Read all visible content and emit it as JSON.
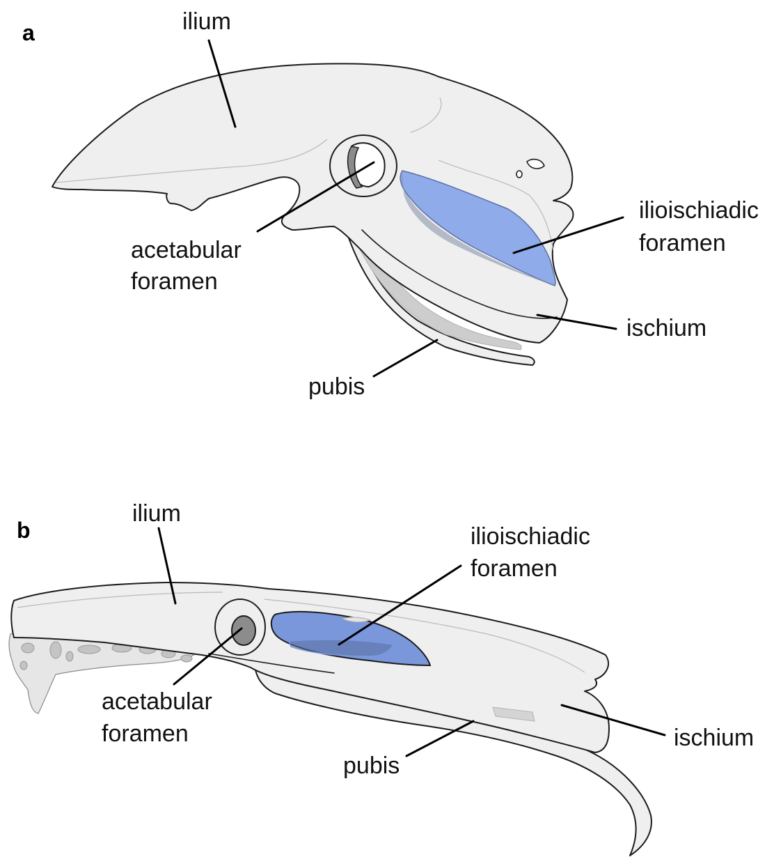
{
  "panels": [
    {
      "letter": "a",
      "labels": {
        "ilium": "ilium",
        "acetabular_1": "acetabular",
        "acetabular_2": "foramen",
        "ilioischiadic_1": "ilioischiadic",
        "ilioischiadic_2": "foramen",
        "ischium": "ischium",
        "pubis": "pubis"
      }
    },
    {
      "letter": "b",
      "labels": {
        "ilium": "ilium",
        "acetabular_1": "acetabular",
        "acetabular_2": "foramen",
        "ilioischiadic_1": "ilioischiadic",
        "ilioischiadic_2": "foramen",
        "ischium": "ischium",
        "pubis": "pubis"
      }
    }
  ],
  "colors": {
    "bone_fill": "#efefef",
    "outline": "#1c1c1c",
    "ilioischiadic_a": "#7f9fe8",
    "ilioischiadic_b": "#6e8dd8",
    "acetabulum_shadow": "#8c8c8c"
  }
}
